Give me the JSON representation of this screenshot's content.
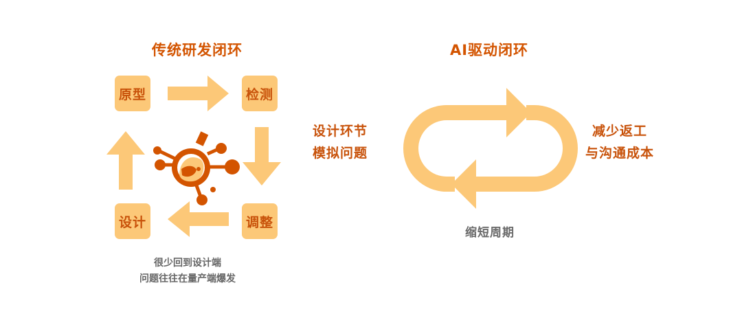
{
  "left": {
    "title": "传统研发闭环",
    "steps": {
      "prototype": "原型",
      "test": "检测",
      "adjust": "调整",
      "design": "设计"
    },
    "note_lines": [
      "很少回到设计端",
      "问题往往在量产端爆发"
    ]
  },
  "right": {
    "title": "AI驱动闭环",
    "left_label_lines": [
      "设计环节",
      "模拟问题"
    ],
    "right_label_lines": [
      "减少返工",
      "与沟通成本"
    ],
    "bottom_label": "缩短周期"
  },
  "colors": {
    "light_orange": "#fcc878",
    "dark_orange": "#d35400",
    "grey_text": "#666666"
  }
}
